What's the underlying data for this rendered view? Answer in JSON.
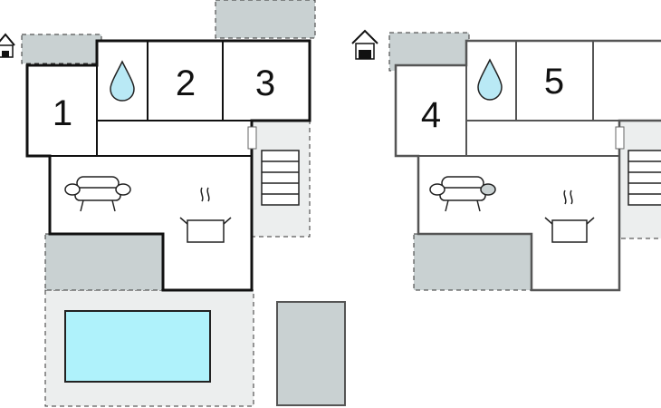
{
  "floorplan": {
    "rooms": [
      {
        "number": "1"
      },
      {
        "number": "2"
      },
      {
        "number": "3"
      },
      {
        "number": "4"
      },
      {
        "number": "5"
      }
    ],
    "icons": [
      "house-entrance-icon",
      "water-drop-icon",
      "sofa-icon",
      "cooking-pot-icon",
      "stairs-icon",
      "pool-icon"
    ],
    "colors": {
      "terrace": "#c9d1d2",
      "courtyard": "#eceeee",
      "pool_water": "#aff2fb",
      "water_drop": "#b9e9f5",
      "wall_dark": "#111111",
      "wall_grey": "#555555",
      "dashed_border": "#333333"
    }
  }
}
